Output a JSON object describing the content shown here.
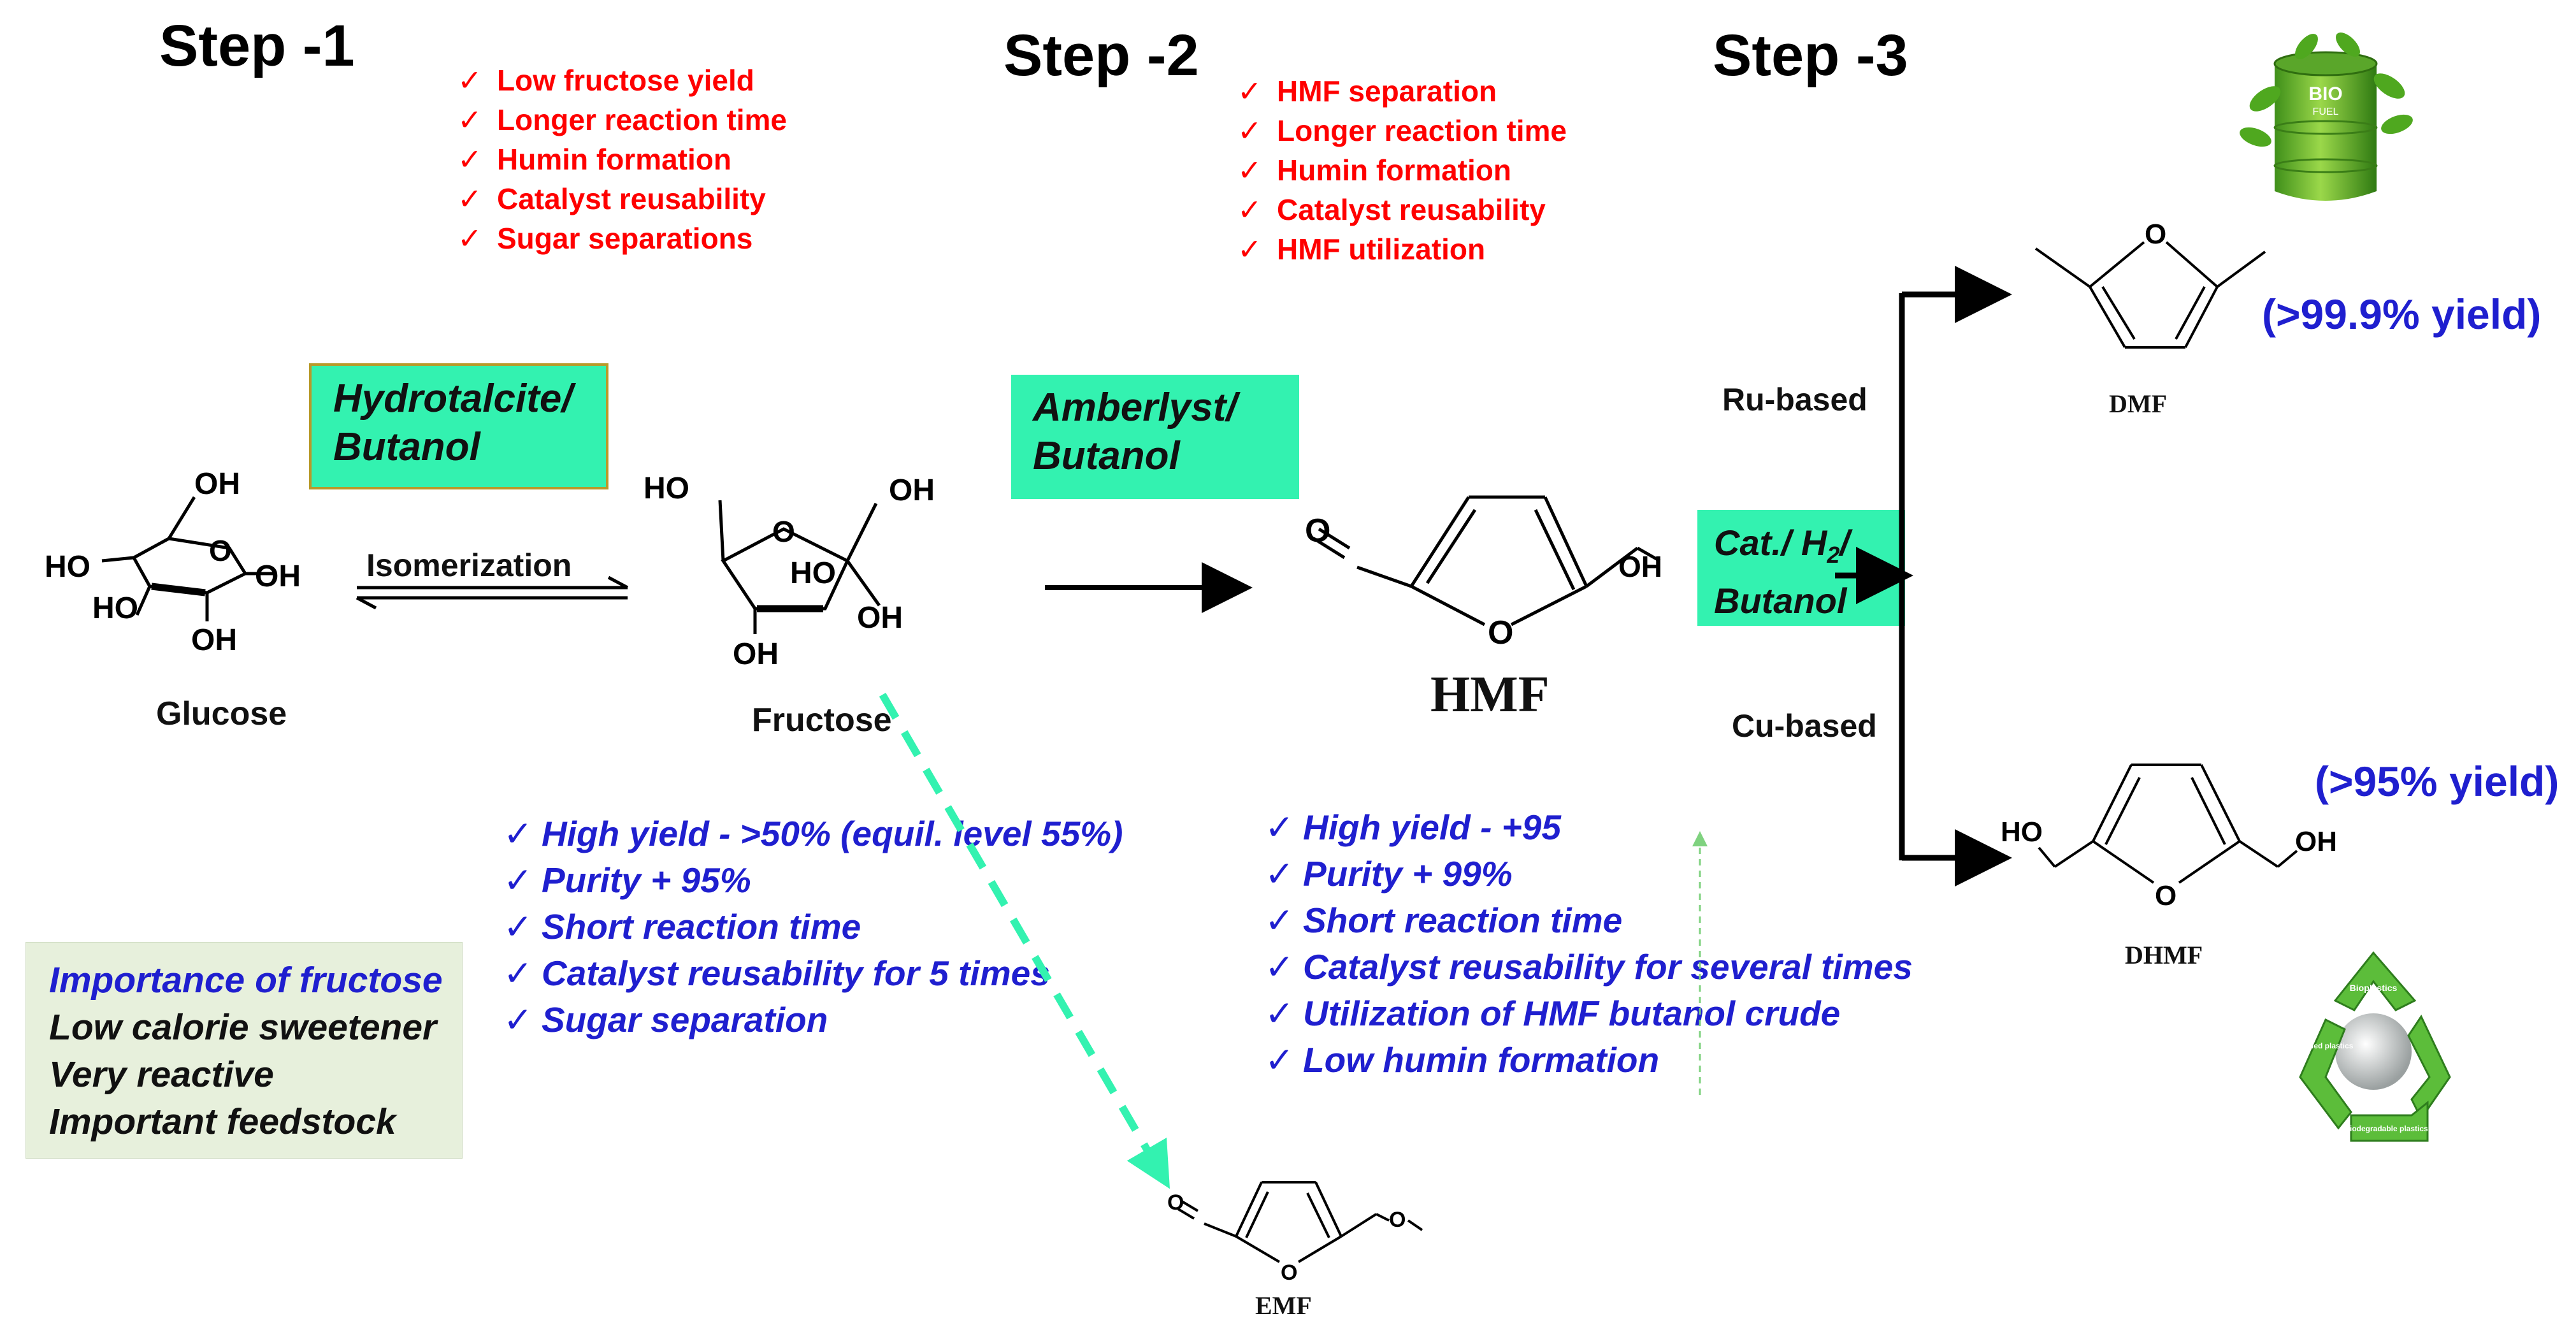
{
  "steps": {
    "step1": "Step -1",
    "step2": "Step -2",
    "step3": "Step -3"
  },
  "step1_problems": [
    "Low fructose yield",
    "Longer reaction time",
    "Humin formation",
    "Catalyst reusability",
    "Sugar separations"
  ],
  "step2_problems": [
    "HMF separation",
    "Longer reaction time",
    "Humin formation",
    "Catalyst reusability",
    "HMF utilization"
  ],
  "catalysts": {
    "step1": [
      "Hydrotalcite/",
      "Butanol"
    ],
    "step2": [
      "Amberlyst/",
      "Butanol"
    ],
    "step3": {
      "line1": "Cat./ H",
      "sub": "2",
      "line1_end": "/",
      "line2": "Butanol"
    }
  },
  "reaction_labels": {
    "isomerization": "Isomerization",
    "ru": "Ru-based",
    "cu": "Cu-based"
  },
  "molecules": {
    "glucose": "Glucose",
    "fructose": "Fructose",
    "hmf": "HMF",
    "dmf": "DMF",
    "dhmf": "DHMF",
    "emf": "EMF"
  },
  "yields": {
    "dmf": "(>99.9% yield)",
    "dhmf": "(>95% yield)"
  },
  "step1_results": [
    "High yield - >50% (equil. level 55%)",
    "Purity + 95%",
    "Short reaction time",
    "Catalyst  reusability  for 5 times",
    "Sugar separation"
  ],
  "step2_results": [
    "High yield - +95",
    "Purity + 99%",
    "Short reaction time",
    "Catalyst  reusability  for several times",
    "Utilization  of  HMF butanol crude",
    "Low humin formation"
  ],
  "importance": {
    "title": "Importance of fructose",
    "items": [
      "Low calorie sweetener",
      "Very reactive",
      "Important feedstock"
    ]
  },
  "atoms": {
    "oh": "OH",
    "ho": "HO",
    "o": "O"
  },
  "icons": {
    "biofuel_lines": [
      "BIO",
      "FUEL"
    ],
    "recycle_labels": [
      "Bioplastics",
      "Recycled plastics",
      "Biodegradable plastics"
    ]
  },
  "colors": {
    "problems": "#ff0000",
    "results": "#1f1fcf",
    "catalyst_box": "#33f2b0",
    "importance_box": "#e7f0dc",
    "emf_arrow": "#33f2b0"
  }
}
